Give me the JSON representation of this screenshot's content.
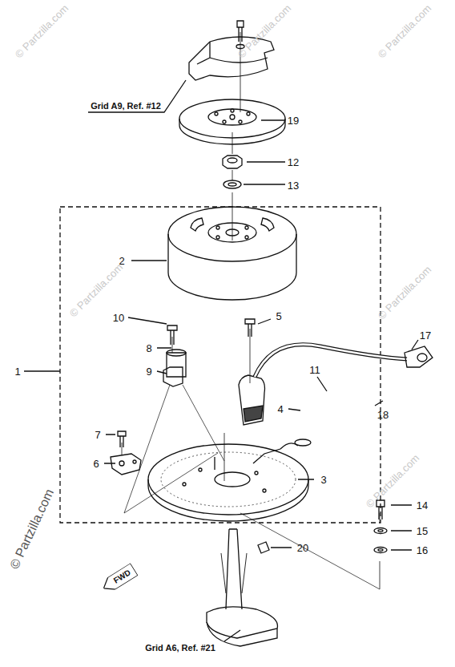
{
  "diagram": {
    "nodes": [
      {
        "text": [
          "FWD"
        ]
      }
    ],
    "labels": [
      "Grid A9, Ref. #12",
      "19",
      "12",
      "13",
      "2",
      "5",
      "10",
      "8",
      "9",
      "17",
      "1",
      "11",
      "18",
      "4",
      "7",
      "6",
      "3",
      "14",
      "15",
      "16",
      "20",
      "Grid A6, Ref. #21",
      "© Partzilla.com",
      "© Partzilla.com",
      "© Partzilla.com",
      "© Partzilla.com",
      "© Partzilla.com",
      "© Partzilla.com",
      "© Partzilla.com"
    ]
  }
}
